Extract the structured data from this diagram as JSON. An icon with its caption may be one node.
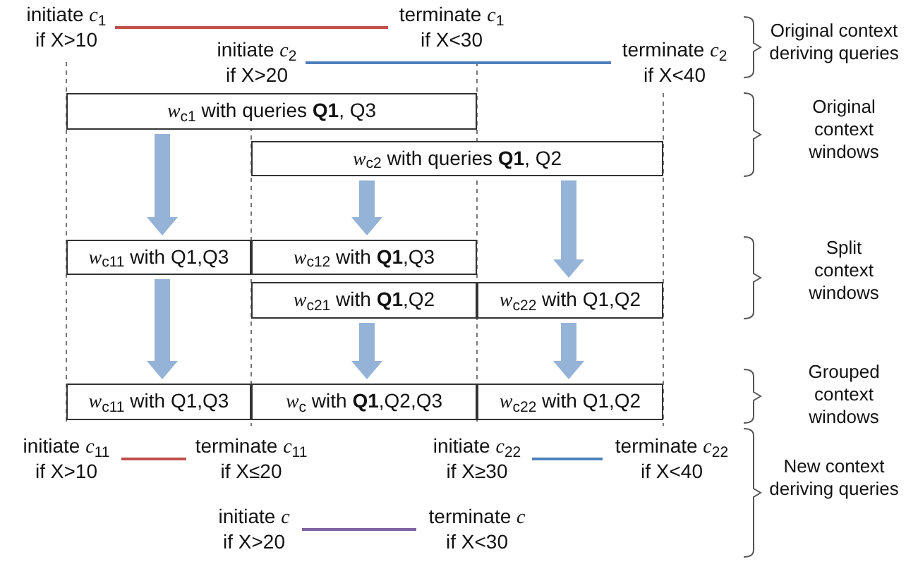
{
  "diagram": {
    "nodes": [
      {
        "text": [
          "initiate *c*$_{1}$ if X>10"
        ]
      },
      {
        "text": [
          "terminate *c*$_{1}$ if X<30"
        ]
      },
      {
        "text": [
          "initiate *c*$_{2}$ if X>20"
        ]
      },
      {
        "text": [
          "terminate *c*$_{2}$ if X<40"
        ]
      },
      {
        "text": [
          "*w*$_{c1}$ with queries **Q1**, Q3"
        ]
      },
      {
        "text": [
          "*w*$_{c2}$ with queries **Q1**, Q2"
        ]
      },
      {
        "text": [
          "*w*$_{c11}$ with Q1,Q3"
        ]
      },
      {
        "text": [
          "*w*$_{c12}$ with **Q1**,Q3"
        ]
      },
      {
        "text": [
          "*w*$_{c21}$ with **Q1**,Q2"
        ]
      },
      {
        "text": [
          "*w*$_{c22}$ with Q1,Q2"
        ]
      },
      {
        "text": [
          "*w*$_{c11}$ with Q1,Q3"
        ]
      },
      {
        "text": [
          "*w*$_{c}$ with **Q1**,Q2,Q3"
        ]
      },
      {
        "text": [
          "*w*$_{c22}$ with Q1,Q2"
        ]
      },
      {
        "text": [
          "initiate *c*$_{11}$ if X>10"
        ]
      },
      {
        "text": [
          "terminate *c*$_{11}$ if X≤20"
        ]
      },
      {
        "text": [
          "initiate *c*$_{22}$ if X≥30"
        ]
      },
      {
        "text": [
          "terminate *c*$_{22}$ if X<40"
        ]
      },
      {
        "text": [
          "initiate *c* if X>20"
        ]
      },
      {
        "text": [
          "terminate *c* if X<30"
        ]
      }
    ],
    "edges": [
      {
        "from": 0,
        "to": 1,
        "arrow": "none",
        "color": "#c0504d"
      },
      {
        "from": 2,
        "to": 3,
        "arrow": "none",
        "color": "#4f81bd"
      },
      {
        "from": 4,
        "to": 6,
        "arrow": "to"
      },
      {
        "from": 5,
        "to": 7,
        "arrow": "to"
      },
      {
        "from": 5,
        "to": 9,
        "arrow": "to"
      },
      {
        "from": 6,
        "to": 10,
        "arrow": "to"
      },
      {
        "from": 8,
        "to": 11,
        "arrow": "to"
      },
      {
        "from": 9,
        "to": 12,
        "arrow": "to"
      },
      {
        "from": 13,
        "to": 14,
        "arrow": "none",
        "color": "#c0504d"
      },
      {
        "from": 15,
        "to": 16,
        "arrow": "none",
        "color": "#4f81bd"
      },
      {
        "from": 17,
        "to": 18,
        "arrow": "none",
        "color": "#8064a2"
      }
    ],
    "labels": [
      "Original context deriving queries",
      "Original context windows",
      "Split context windows",
      "Grouped context windows",
      "New context deriving queries"
    ]
  }
}
